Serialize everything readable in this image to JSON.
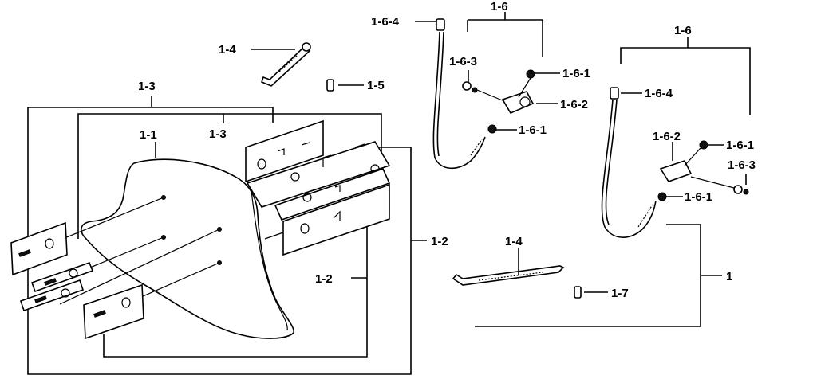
{
  "labels": {
    "l_1_3_outer": "1-3",
    "l_1_3_inner": "1-3",
    "l_1_1": "1-1",
    "l_1_4_top": "1-4",
    "l_1_5": "1-5",
    "l_1_2_right": "1-2",
    "l_1_2_inner": "1-2",
    "l_1_6_a": "1-6",
    "l_1_6_4_a": "1-6-4",
    "l_1_6_3_a": "1-6-3",
    "l_1_6_1_a_top": "1-6-1",
    "l_1_6_2_a": "1-6-2",
    "l_1_6_1_a_bot": "1-6-1",
    "l_1_6_b": "1-6",
    "l_1_6_4_b": "1-6-4",
    "l_1_6_2_b": "1-6-2",
    "l_1_6_1_b_top": "1-6-1",
    "l_1_6_3_b": "1-6-3",
    "l_1_6_1_b_bot": "1-6-1",
    "l_1_4_bottom": "1-4",
    "l_1_7": "1-7",
    "l_1": "1"
  }
}
